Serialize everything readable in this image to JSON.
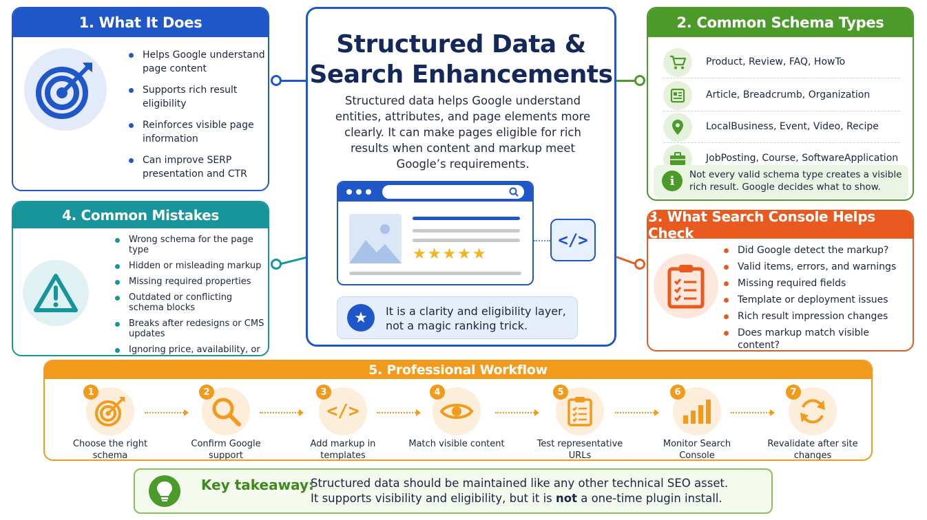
{
  "panel1": {
    "title": "1. What It Does",
    "icon": "target-icon",
    "items": [
      "Helps Google understand page content",
      "Supports rich result eligibility",
      "Reinforces visible page information",
      "Can improve SERP presentation and CTR"
    ]
  },
  "center": {
    "title_line1": "Structured Data &",
    "title_line2": "Search Enhancements",
    "description": "Structured data helps Google understand entities, attributes, and page elements more clearly. It can make pages eligible for rich results when content and markup meet Google’s requirements.",
    "stars": "★★★★★",
    "code_symbol": "</>",
    "callout": "It is a clarity and eligibility layer, not a magic ranking trick."
  },
  "panel2": {
    "title": "2. Common Schema Types",
    "rows": [
      {
        "icon": "cart-icon",
        "text": "Product, Review, FAQ, HowTo"
      },
      {
        "icon": "article-icon",
        "text": "Article, Breadcrumb, Organization"
      },
      {
        "icon": "location-pin-icon",
        "text": "LocalBusiness, Event, Video, Recipe"
      },
      {
        "icon": "briefcase-icon",
        "text": "JobPosting, Course, SoftwareApplication"
      }
    ],
    "note": "Not every valid schema type creates a visible rich result. Google decides what to show."
  },
  "panel3": {
    "title": "3. What Search Console Helps Check",
    "icon": "clipboard-checklist-icon",
    "items": [
      "Did Google detect the markup?",
      "Valid items, errors, and warnings",
      "Missing required fields",
      "Template or deployment issues",
      "Rich result impression changes",
      "Does markup match visible content?"
    ]
  },
  "panel4": {
    "title": "4. Common Mistakes",
    "icon": "warning-icon",
    "items": [
      "Wrong schema for the page type",
      "Hidden or misleading markup",
      "Missing required properties",
      "Outdated or conflicting schema blocks",
      "Breaks after redesigns or CMS updates",
      "Ignoring price, availability, or content changes"
    ]
  },
  "workflow": {
    "title": "5. Professional Workflow",
    "steps": [
      {
        "num": "1",
        "label": "Choose the right schema",
        "icon": "target-icon"
      },
      {
        "num": "2",
        "label": "Confirm Google support",
        "icon": "search-icon"
      },
      {
        "num": "3",
        "label": "Add markup in templates",
        "icon": "code-icon"
      },
      {
        "num": "4",
        "label": "Match visible content",
        "icon": "eye-icon"
      },
      {
        "num": "5",
        "label": "Test representative URLs",
        "icon": "checklist-icon"
      },
      {
        "num": "6",
        "label": "Monitor Search Console",
        "icon": "bar-chart-icon"
      },
      {
        "num": "7",
        "label": "Revalidate after site changes",
        "icon": "refresh-icon"
      }
    ]
  },
  "takeaway": {
    "label": "Key takeaway:",
    "line1": "Structured data should be maintained like any other technical SEO asset.",
    "line2_before": "It supports visibility and eligibility, but it is ",
    "line2_bold": "not",
    "line2_after": " a one-time plugin install."
  },
  "colors": {
    "blue": "#1f56c8",
    "green": "#4c9a2a",
    "orange": "#e85a20",
    "teal": "#17959b",
    "amber": "#f29a1c"
  }
}
